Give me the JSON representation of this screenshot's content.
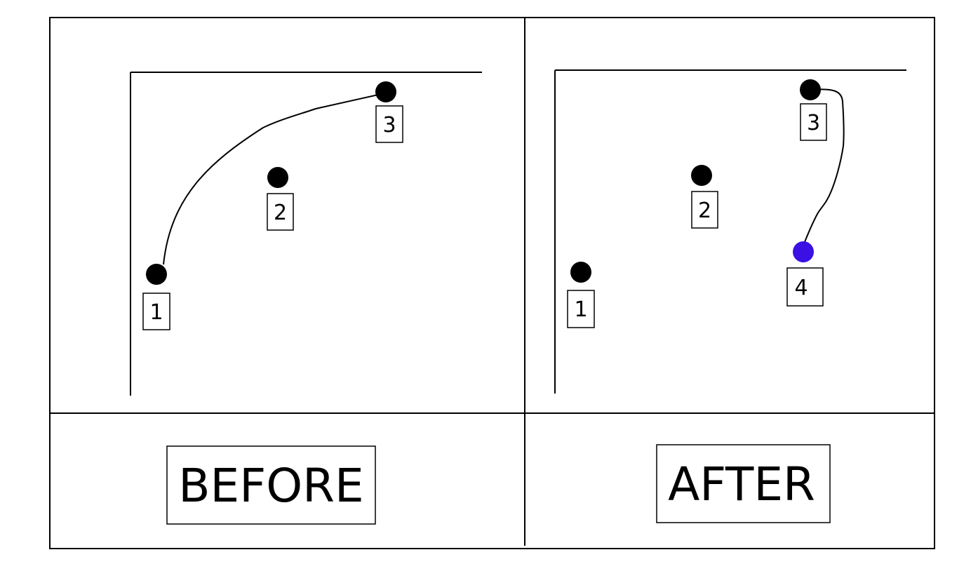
{
  "before": {
    "caption": "BEFORE",
    "points": [
      {
        "label": "1",
        "color": "#000000"
      },
      {
        "label": "2",
        "color": "#000000"
      },
      {
        "label": "3",
        "color": "#000000"
      }
    ]
  },
  "after": {
    "caption": "AFTER",
    "points": [
      {
        "label": "1",
        "color": "#000000"
      },
      {
        "label": "2",
        "color": "#000000"
      },
      {
        "label": "3",
        "color": "#000000"
      },
      {
        "label": "4",
        "color": "#3a10e5"
      }
    ]
  }
}
